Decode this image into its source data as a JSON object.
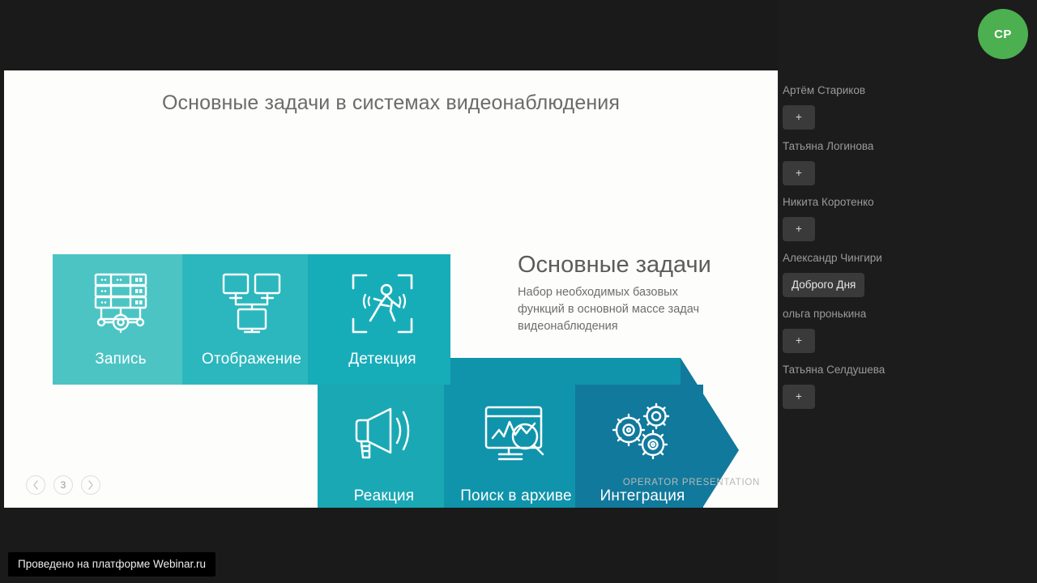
{
  "slide": {
    "title": "Основные задачи в системах видеонаблюдения",
    "watermark": "OPERATOR PRESENTATION",
    "description": {
      "heading": "Основные задачи",
      "body": "Набор необходимых базовых функций в основной массе задач видеонаблюдения"
    },
    "diagram": {
      "type": "process-flow",
      "row1": [
        {
          "label": "Запись",
          "icon": "server-rack-icon",
          "color": "#4cc4c4"
        },
        {
          "label": "Отображение",
          "icon": "monitors-icon",
          "color": "#2bb7bd"
        },
        {
          "label": "Детекция",
          "icon": "person-detection-icon",
          "color": "#17adb8"
        }
      ],
      "row2": [
        {
          "label": "Реакция",
          "icon": "megaphone-icon",
          "color": "#1aa8b4"
        },
        {
          "label": "Поиск в архиве",
          "icon": "chart-search-icon",
          "color": "#0f94ab"
        },
        {
          "label": "Интеграция",
          "icon": "gears-icon",
          "color": "#11799c"
        }
      ]
    },
    "pager": {
      "prev_icon": "chevron-left-icon",
      "next_icon": "chevron-right-icon",
      "current_page": "3"
    }
  },
  "chat": {
    "avatar_initials": "СР",
    "avatar_color": "#4caf50",
    "messages": [
      {
        "author": "Артём Стариков",
        "text": "+"
      },
      {
        "author": "Татьяна Логинова",
        "text": "+"
      },
      {
        "author": "Никита Коротенко",
        "text": "+"
      },
      {
        "author": "Александр Чингири",
        "text": "Доброго Дня"
      },
      {
        "author": "ольга пронькина",
        "text": "+"
      },
      {
        "author": "Татьяна Селдушева",
        "text": "+"
      }
    ]
  },
  "footer": {
    "platform_note": "Проведено на платформе Webinar.ru"
  }
}
